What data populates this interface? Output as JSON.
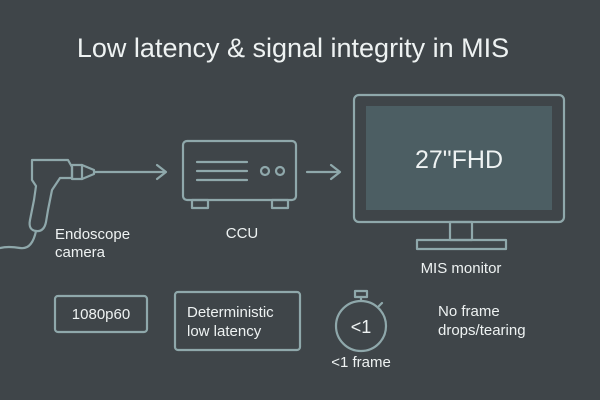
{
  "title": "Low latency & signal integrity in MIS",
  "nodes": {
    "camera": {
      "line1": "Endoscope",
      "line2": "camera"
    },
    "ccu": {
      "label": "CCU"
    },
    "monitor": {
      "label": "MIS monitor",
      "screen_text": "27\"FHD"
    }
  },
  "features": {
    "resolution": "1080p60",
    "latency_line1": "Deterministic",
    "latency_line2": "low latency",
    "stopwatch_text": "<1",
    "stopwatch_caption": "<1 frame",
    "frames_line1": "No frame",
    "frames_line2": "drops/tearing"
  },
  "colors": {
    "background": "#3f4549",
    "stroke": "#8fa8ab",
    "screen": "#4c5e63"
  }
}
